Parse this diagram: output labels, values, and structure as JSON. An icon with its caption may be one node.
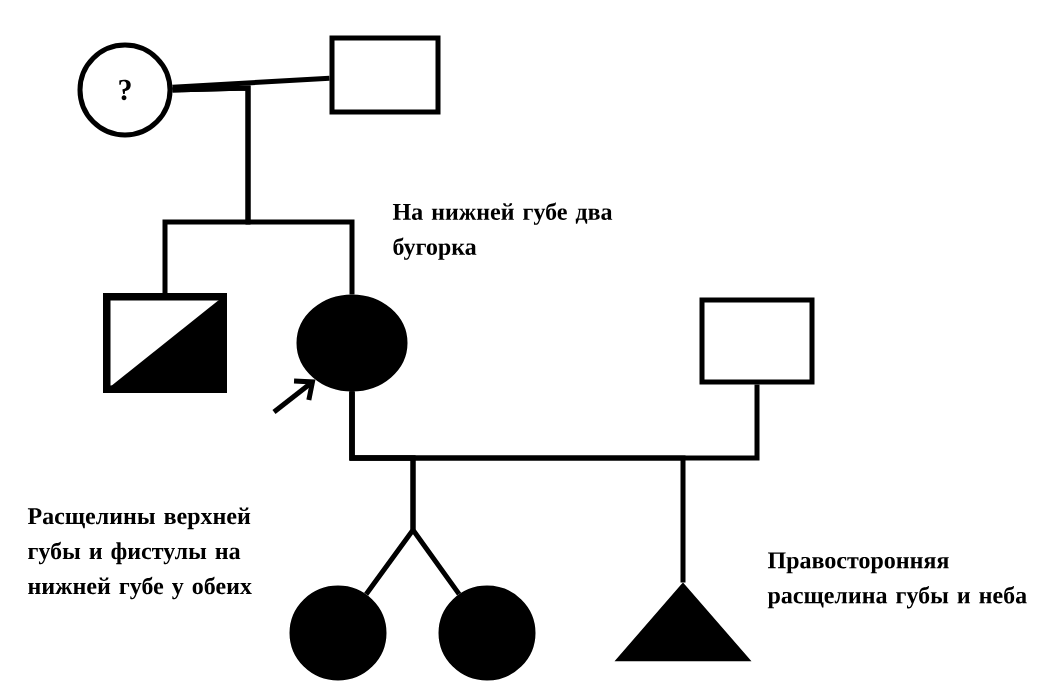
{
  "diagram": {
    "nodes": [
      {
        "text": [
          "?"
        ]
      },
      {
        "text": [],
        "shape": "box"
      },
      {
        "text": [],
        "shape": "box"
      },
      {
        "text": [],
        "shape": "circle",
        "beside": [
          "На нижней губе два бугорка"
        ]
      },
      {
        "text": [],
        "shape": "box"
      },
      {
        "text": [],
        "shape": "circle"
      },
      {
        "text": [],
        "shape": "circle"
      },
      {
        "text": [],
        "shape": "triangle",
        "beside": [
          "Правосторонняя расщелина губы и неба"
        ]
      }
    ],
    "edges": [
      {
        "from": 0,
        "to": 1,
        "arrow": "none"
      },
      {
        "from": 0,
        "to": 2,
        "arrow": "none"
      },
      {
        "from": 0,
        "to": 3,
        "arrow": "none"
      },
      {
        "from": null,
        "to": 3,
        "arrow": "to"
      },
      {
        "from": 3,
        "to": 4,
        "arrow": "none"
      },
      {
        "from": 3,
        "to": 5,
        "arrow": "none"
      },
      {
        "from": 3,
        "to": 6,
        "arrow": "none"
      },
      {
        "from": 3,
        "to": 7,
        "arrow": "none"
      }
    ],
    "labels": [
      "Расщелины верхней губы и фистулы на нижней губе у обеих"
    ]
  }
}
